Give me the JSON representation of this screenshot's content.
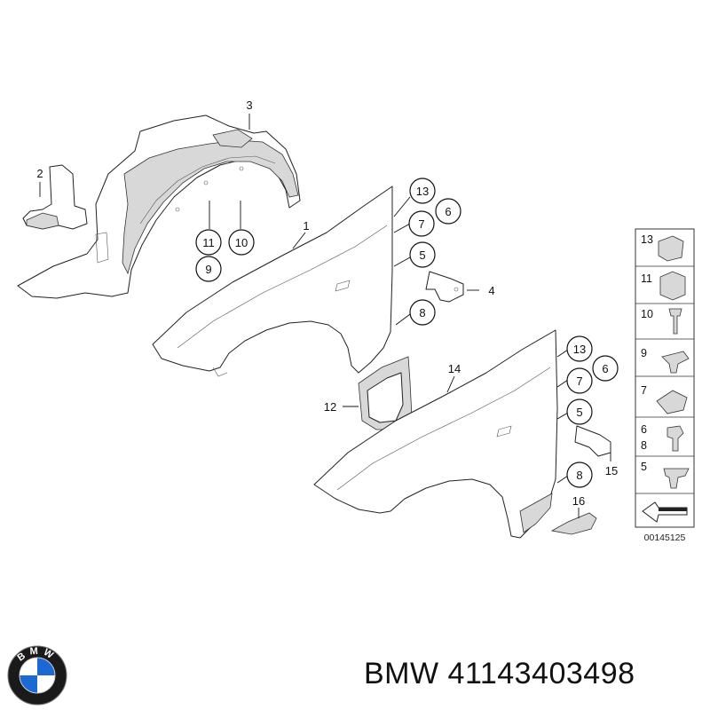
{
  "callouts": {
    "c1": "1",
    "c2": "2",
    "c3": "3",
    "c4": "4",
    "c5a": "5",
    "c6a": "6",
    "c7a": "7",
    "c8a": "8",
    "c9": "9",
    "c10": "10",
    "c11": "11",
    "c12": "12",
    "c13a": "13",
    "c14": "14",
    "c15": "15",
    "c16": "16",
    "c5b": "5",
    "c6b": "6",
    "c7b": "7",
    "c8b": "8",
    "c13b": "13"
  },
  "legend": {
    "items": [
      "13",
      "11",
      "10",
      "9",
      "7",
      "6",
      "8",
      "5"
    ],
    "code": "00145125"
  },
  "logo": {
    "text": "BMW",
    "colors": {
      "blue": "#1c69d4",
      "ring": "#1a1a1a",
      "white": "#ffffff"
    }
  },
  "caption": "BMW 41143403498"
}
